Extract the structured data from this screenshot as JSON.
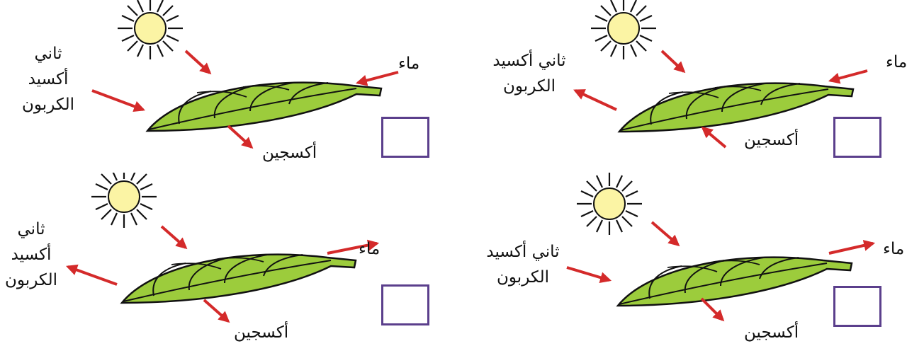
{
  "labels": {
    "water": "ماء",
    "carbon_dioxide": "ثاني أكسيد الكربون",
    "carbon_dioxide_line1": "ثاني",
    "carbon_dioxide_line2": "أكسيد",
    "carbon_dioxide_line3": "الكربون",
    "carbon_dioxide_part1": "ثاني أكسيد",
    "carbon_dioxide_part2": "الكربون",
    "oxygen": "أكسجين"
  },
  "colors": {
    "leaf_fill": "#9ccc3c",
    "sun_fill": "#fbf4a4",
    "arrow": "#d42a2a",
    "answer_box_border": "#5b3f8c"
  },
  "panels": [
    {
      "id": "top-left",
      "water": "in",
      "carbon_dioxide": "in",
      "oxygen": "out"
    },
    {
      "id": "top-right",
      "water": "in",
      "carbon_dioxide": "out",
      "oxygen": "in"
    },
    {
      "id": "bottom-left",
      "water": "out",
      "carbon_dioxide": "out",
      "oxygen": "out"
    },
    {
      "id": "bottom-right",
      "water": "out",
      "carbon_dioxide": "in",
      "oxygen": "out"
    }
  ]
}
